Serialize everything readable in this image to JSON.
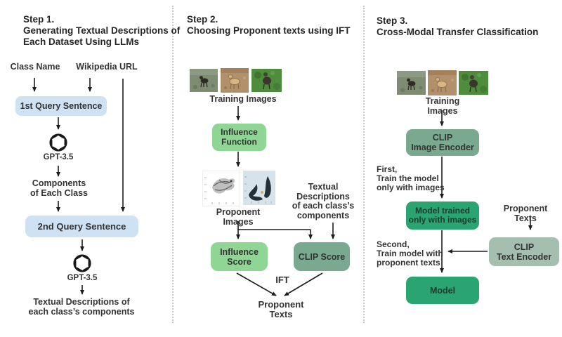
{
  "step1": {
    "title": [
      "Step 1.",
      "Generating Textual Descriptions of",
      "Each Dataset Using LLMs"
    ],
    "class_name": "Class Name",
    "wikipedia_url": "Wikipedia URL",
    "query1_box": "1st Query Sentence",
    "gpt_label_1": "GPT-3.5",
    "components": [
      "Components",
      "of Each Class"
    ],
    "query2_box": "2nd Query Sentence",
    "gpt_label_2": "GPT-3.5",
    "output": [
      "Textual Descriptions of",
      "each class’s components"
    ]
  },
  "step2": {
    "title": [
      "Step 2.",
      "Choosing Proponent texts using IFT"
    ],
    "training_images_label": "Training Images",
    "influence_function_box": [
      "Influence",
      "Function"
    ],
    "proponent_images_label": [
      "Proponent",
      "Images"
    ],
    "textual_descriptions": [
      "Textual",
      "Descriptions",
      "of each class’s",
      "components"
    ],
    "influence_score_box": [
      "Influence",
      "Score"
    ],
    "clip_score_box": "CLIP Score",
    "ift_label": "IFT",
    "proponent_texts_label": "Proponent Texts"
  },
  "step3": {
    "title": [
      "Step 3.",
      "Cross-Modal Transfer Classification"
    ],
    "training_images_label": "Training Images",
    "clip_image_encoder_box": [
      "CLIP",
      "Image Encoder"
    ],
    "first_note": [
      "First,",
      "Train the model",
      "only with images"
    ],
    "model_images_box": [
      "Model trained",
      "only with images"
    ],
    "proponent_texts_label": "Proponent Texts",
    "clip_text_encoder_box": [
      "CLIP",
      "Text Encoder"
    ],
    "second_note": [
      "Second,",
      "Train model with",
      "proponent texts"
    ],
    "model_box": "Model"
  },
  "colors": {
    "light_blue_box": "#cfe2f4",
    "light_green_box": "#8fd694",
    "sage_green_box": "#79a98f",
    "strong_green_box": "#2aa571",
    "gray_green_box": "#a4beb0",
    "arrow": "#1c1c1c",
    "separator": "#c8c8c8"
  }
}
